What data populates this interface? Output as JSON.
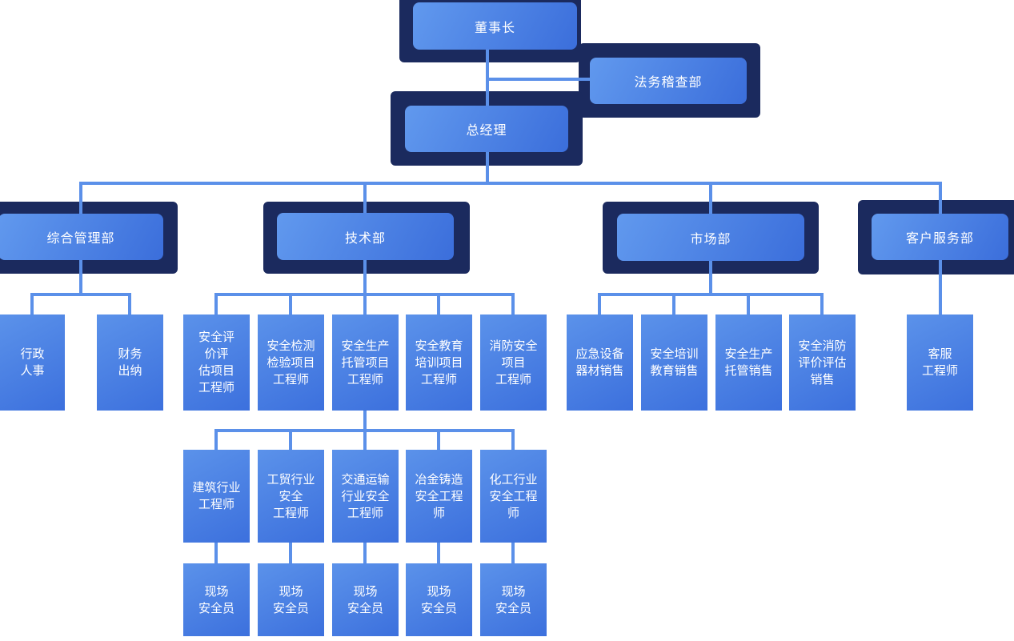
{
  "palette": {
    "backdrop_navy": "#1b2a5e",
    "box_gradient_light": "#6199ee",
    "box_gradient_dark": "#3b6edb",
    "small_gradient_light": "#5b92ea",
    "small_gradient_dark": "#3c70dd",
    "connector_blue": "#5b90e9",
    "text": "#ffffff",
    "background": "#ffffff"
  },
  "nodes": {
    "chairman": "董事长",
    "legal_audit": "法务稽查部",
    "general_manager": "总经理",
    "departments": {
      "admin": "综合管理部",
      "tech": "技术部",
      "market": "市场部",
      "customer_service": "客户服务部"
    },
    "admin_children": [
      "行政\n人事",
      "财务\n出纳"
    ],
    "tech_children": [
      "安全评\n价评\n估项目\n工程师",
      "安全检测\n检验项目\n工程师",
      "安全生产\n托管项目\n工程师",
      "安全教育\n培训项目\n工程师",
      "消防安全\n项目\n工程师"
    ],
    "market_children": [
      "应急设备\n器材销售",
      "安全培训\n教育销售",
      "安全生产\n托管销售",
      "安全消防\n评价评估\n销售"
    ],
    "customer_service_children": [
      "客服\n工程师"
    ],
    "industry_engineers": [
      "建筑行业\n工程师",
      "工贸行业\n安全\n工程师",
      "交通运输\n行业安全\n工程师",
      "冶金铸造\n安全工程\n师",
      "化工行业\n安全工程\n师"
    ],
    "site_safety_officers": [
      "现场\n安全员",
      "现场\n安全员",
      "现场\n安全员",
      "现场\n安全员",
      "现场\n安全员"
    ]
  }
}
